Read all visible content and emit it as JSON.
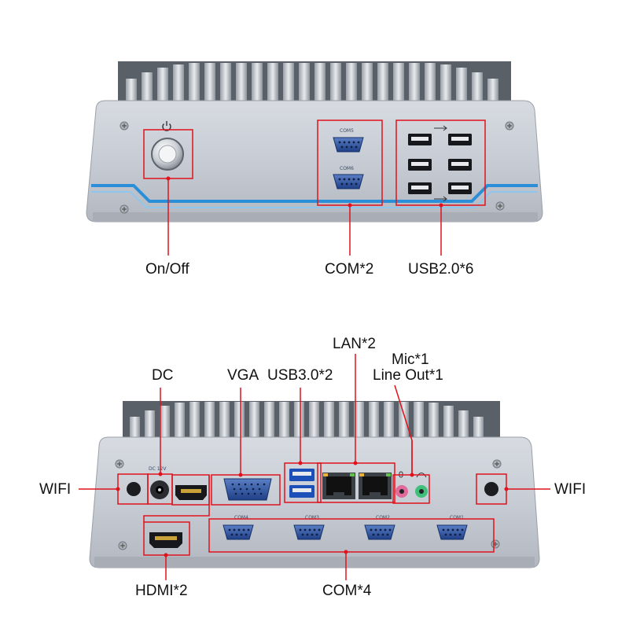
{
  "front_panel": {
    "power_label": "On/Off",
    "com_label": "COM*2",
    "usb_label": "USB2.0*6",
    "port_marks": {
      "com_top": "COM5",
      "com_bottom": "COM6"
    }
  },
  "rear_panel": {
    "lan_label": "LAN*2",
    "mic_label": "Mic*1",
    "lineout_label": "Line Out*1",
    "dc_label": "DC",
    "vga_label": "VGA",
    "usb3_label": "USB3.0*2",
    "wifi_left_label": "WIFI",
    "wifi_right_label": "WIFI",
    "hdmi_label": "HDMI*2",
    "com_label": "COM*4",
    "port_marks": {
      "dc": "DC 12V",
      "com_a": "COM4",
      "com_b": "COM3",
      "com_c": "COM2",
      "com_d": "COM1"
    }
  },
  "colors": {
    "callout": "#e1121c",
    "chassis": "#c4c9d1",
    "accent_stripe": "#2a8fd8"
  }
}
